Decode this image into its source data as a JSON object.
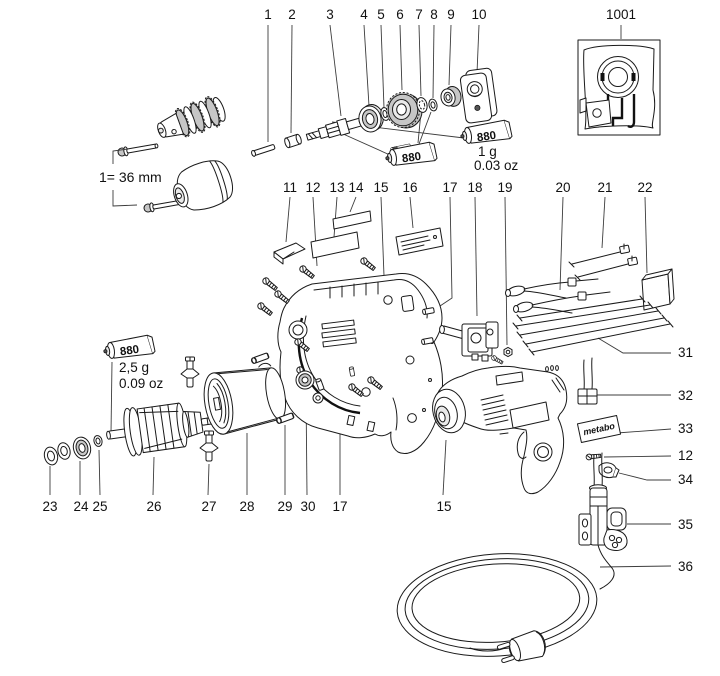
{
  "part_numbers": {
    "top_row": [
      "1",
      "2",
      "3",
      "4",
      "5",
      "6",
      "7",
      "8",
      "9",
      "10"
    ],
    "detail_box": "1001",
    "middle_row": [
      "11",
      "12",
      "13",
      "14",
      "15",
      "16",
      "17",
      "18",
      "19",
      "20",
      "21",
      "22"
    ],
    "bottom_row": [
      "23",
      "24",
      "25",
      "26",
      "27",
      "28",
      "29",
      "30",
      "17",
      "15"
    ],
    "right_column": [
      "31",
      "32",
      "33",
      "12",
      "34",
      "35",
      "36"
    ]
  },
  "annotations": {
    "chuck_key_size": "1= 36 mm",
    "grease_tube_label": "880",
    "grease_small_qty_metric": "1 g",
    "grease_small_qty_imperial": "0.03 oz",
    "grease_large_qty_metric": "2,5 g",
    "grease_large_qty_imperial": "0.09 oz",
    "brand_label": "metabo"
  },
  "colors": {
    "line": "#1a1a1a",
    "shade": "#c6c6c6",
    "background": "#ffffff"
  }
}
